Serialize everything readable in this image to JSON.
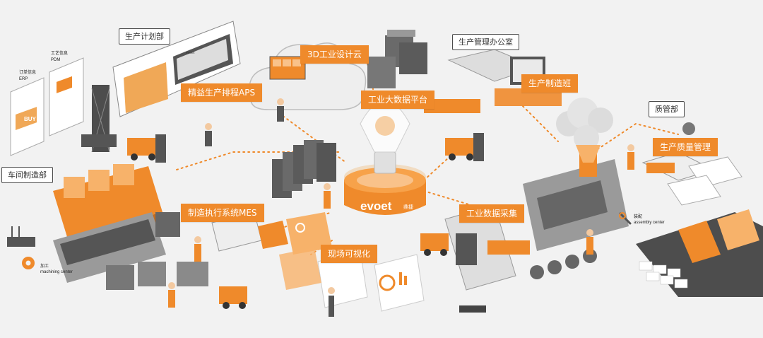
{
  "labels": {
    "aps": "精益生产排程APS",
    "cloud": "3D工业设计云",
    "bigdata": "工业大数据平台",
    "production_shop": "生产制造班",
    "quality_mgmt": "生产质量管理",
    "mes": "制造执行系统MES",
    "data_collect": "工业数据采集",
    "visual": "现场可视化"
  },
  "callouts": {
    "plan_dept": "生产计划部",
    "office": "生产管理办公室",
    "quality_dept": "质管部",
    "workshop": "车间制造部"
  },
  "small_text": {
    "order_info": "订单信息",
    "erp": "ERP",
    "craft_info": "工艺信息",
    "pdm": "PDM",
    "buy": "BUY",
    "machining_cn": "加工",
    "machining_en": "machining center",
    "assembly_cn": "装配",
    "assembly_en": "assembly center",
    "screen_brand": "evoet"
  },
  "brand": {
    "name": "evoet",
    "cn": "鼎捷"
  },
  "colors": {
    "accent": "#ef8a2b",
    "accent_light": "#f7b26a",
    "machine_gray": "#8a8a8a",
    "server_dark": "#5b5b5b",
    "background": "#f2f2f2"
  }
}
